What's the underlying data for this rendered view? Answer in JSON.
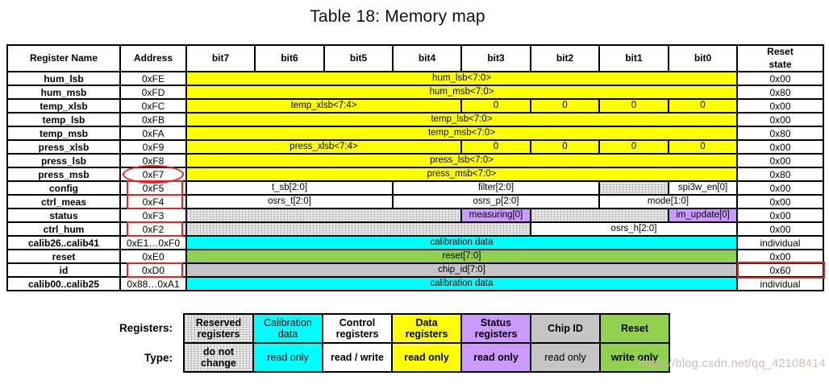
{
  "title": "Table 18: Memory map",
  "watermark": "https://blog.csdn.net/qq_42108414",
  "colors": {
    "data_registers": "#FFFF00",
    "calibration_data": "#00FFFF",
    "status_registers": "#CC99FF",
    "chip_id": "#C5C5C5",
    "reset": "#92D050",
    "annotation_red": "#E62424"
  },
  "memory_table": {
    "headers": [
      "Register Name",
      "Address",
      "bit7",
      "bit6",
      "bit5",
      "bit4",
      "bit3",
      "bit2",
      "bit1",
      "bit0",
      "Reset\nstate"
    ],
    "rows": [
      {
        "name": "hum_lsb",
        "address": "0xFE",
        "reset": "0x00",
        "cells": [
          {
            "text": "hum_lsb<7:0>",
            "span": 8,
            "bg": "yellow"
          }
        ]
      },
      {
        "name": "hum_msb",
        "address": "0xFD",
        "reset": "0x80",
        "cells": [
          {
            "text": "hum_msb<7:0>",
            "span": 8,
            "bg": "yellow"
          }
        ]
      },
      {
        "name": "temp_xlsb",
        "address": "0xFC",
        "reset": "0x00",
        "cells": [
          {
            "text": "temp_xlsb<7:4>",
            "span": 4,
            "bg": "yellow"
          },
          {
            "text": "0",
            "span": 1,
            "bg": "yellow"
          },
          {
            "text": "0",
            "span": 1,
            "bg": "yellow"
          },
          {
            "text": "0",
            "span": 1,
            "bg": "yellow"
          },
          {
            "text": "0",
            "span": 1,
            "bg": "yellow"
          }
        ]
      },
      {
        "name": "temp_lsb",
        "address": "0xFB",
        "reset": "0x00",
        "cells": [
          {
            "text": "temp_lsb<7:0>",
            "span": 8,
            "bg": "yellow"
          }
        ]
      },
      {
        "name": "temp_msb",
        "address": "0xFA",
        "reset": "0x80",
        "cells": [
          {
            "text": "temp_msb<7:0>",
            "span": 8,
            "bg": "yellow"
          }
        ]
      },
      {
        "name": "press_xlsb",
        "address": "0xF9",
        "reset": "0x00",
        "cells": [
          {
            "text": "press_xlsb<7:4>",
            "span": 4,
            "bg": "yellow"
          },
          {
            "text": "0",
            "span": 1,
            "bg": "yellow"
          },
          {
            "text": "0",
            "span": 1,
            "bg": "yellow"
          },
          {
            "text": "0",
            "span": 1,
            "bg": "yellow"
          },
          {
            "text": "0",
            "span": 1,
            "bg": "yellow"
          }
        ]
      },
      {
        "name": "press_lsb",
        "address": "0xF8",
        "reset": "0x00",
        "cells": [
          {
            "text": "press_lsb<7:0>",
            "span": 8,
            "bg": "yellow"
          }
        ]
      },
      {
        "name": "press_msb",
        "address": "0xF7",
        "address_annotation": "ellipse",
        "reset": "0x80",
        "cells": [
          {
            "text": "press_msb<7:0>",
            "span": 8,
            "bg": "yellow"
          }
        ]
      },
      {
        "name": "config",
        "address": "0xF5",
        "address_annotation": "rect",
        "reset": "0x00",
        "cells": [
          {
            "text": "t_sb[2:0]",
            "span": 3,
            "bg": "white"
          },
          {
            "text": "filter[2:0]",
            "span": 3,
            "bg": "white"
          },
          {
            "text": "",
            "span": 1,
            "bg": "hatch"
          },
          {
            "text": "spi3w_en[0]",
            "span": 1,
            "bg": "white"
          }
        ]
      },
      {
        "name": "ctrl_meas",
        "address": "0xF4",
        "address_annotation": "rect",
        "reset": "0x00",
        "cells": [
          {
            "text": "osrs_t[2:0]",
            "span": 3,
            "bg": "white"
          },
          {
            "text": "osrs_p[2:0]",
            "span": 3,
            "bg": "white"
          },
          {
            "text": "mode[1:0]",
            "span": 2,
            "bg": "white"
          }
        ]
      },
      {
        "name": "status",
        "address": "0xF3",
        "reset": "0x00",
        "cells": [
          {
            "text": "",
            "span": 4,
            "bg": "hatch"
          },
          {
            "text": "measuring[0]",
            "span": 1,
            "bg": "purple"
          },
          {
            "text": "",
            "span": 2,
            "bg": "hatch"
          },
          {
            "text": "im_update[0]",
            "span": 1,
            "bg": "purple"
          }
        ]
      },
      {
        "name": "ctrl_hum",
        "address": "0xF2",
        "address_annotation": "rect",
        "reset": "0x00",
        "cells": [
          {
            "text": "",
            "span": 5,
            "bg": "hatch"
          },
          {
            "text": "osrs_h[2:0]",
            "span": 3,
            "bg": "white"
          }
        ]
      },
      {
        "name": "calib26..calib41",
        "address": "0xE1…0xF0",
        "reset": "individual",
        "cells": [
          {
            "text": "calibration data",
            "span": 8,
            "bg": "cyan"
          }
        ]
      },
      {
        "name": "reset",
        "address": "0xE0",
        "reset": "0x00",
        "cells": [
          {
            "text": "reset[7:0]",
            "span": 8,
            "bg": "green"
          }
        ]
      },
      {
        "name": "id",
        "address": "0xD0",
        "address_annotation": "rect",
        "reset": "0x60",
        "reset_annotation": "rect",
        "cells": [
          {
            "text": "chip_id[7:0]",
            "span": 8,
            "bg": "gray"
          }
        ]
      },
      {
        "name": "calib00..calib25",
        "address": "0x88…0xA1",
        "reset": "individual",
        "cells": [
          {
            "text": "calibration data",
            "span": 8,
            "bg": "cyan"
          }
        ]
      }
    ]
  },
  "legend": {
    "registers_label": "Registers:",
    "type_label": "Type:",
    "columns": [
      {
        "register": "Reserved registers",
        "type": "do not change",
        "bg": "hatch",
        "register_bold": true,
        "type_bold": true
      },
      {
        "register": "Calibration data",
        "type": "read only",
        "bg": "cyan",
        "register_bold": false,
        "type_bold": false
      },
      {
        "register": "Control registers",
        "type": "read / write",
        "bg": "white",
        "register_bold": true,
        "type_bold": true
      },
      {
        "register": "Data registers",
        "type": "read only",
        "bg": "yellow",
        "register_bold": true,
        "type_bold": true
      },
      {
        "register": "Status registers",
        "type": "read only",
        "bg": "purple",
        "register_bold": true,
        "type_bold": true
      },
      {
        "register": "Chip ID",
        "type": "read only",
        "bg": "gray",
        "register_bold": true,
        "type_bold": false
      },
      {
        "register": "Reset",
        "type": "write only",
        "bg": "green",
        "register_bold": true,
        "type_bold": true
      }
    ]
  }
}
